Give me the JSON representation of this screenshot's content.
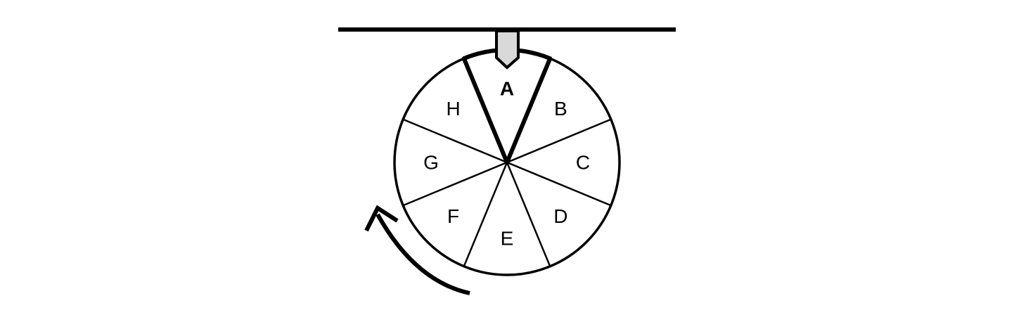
{
  "wheel": {
    "segments": [
      {
        "label": "A",
        "highlighted": true
      },
      {
        "label": "B",
        "highlighted": false
      },
      {
        "label": "C",
        "highlighted": false
      },
      {
        "label": "D",
        "highlighted": false
      },
      {
        "label": "E",
        "highlighted": false
      },
      {
        "label": "F",
        "highlighted": false
      },
      {
        "label": "G",
        "highlighted": false
      },
      {
        "label": "H",
        "highlighted": false
      }
    ],
    "rotation_direction": "counterclockwise"
  },
  "pointer": {
    "fill_color": "#d9d9d9"
  },
  "colors": {
    "stroke": "#000000",
    "background": "#ffffff"
  }
}
